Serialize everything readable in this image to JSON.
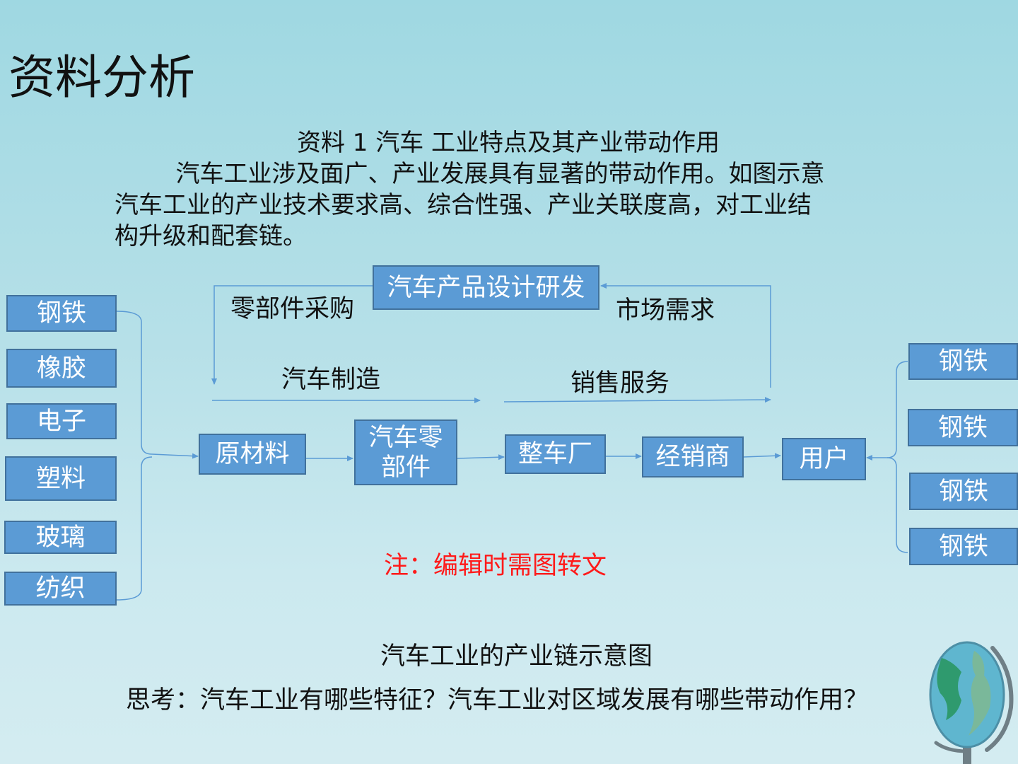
{
  "slide": {
    "title": "资料分析",
    "subtitle": "资料 1  汽车 工业特点及其产业带动作用",
    "paragraph": [
      "        汽车工业涉及面广、产业发展具有显著的带动作用。如图示意",
      "汽车工业的产业技术要求高、综合性强、产业关联度高，对工业结",
      "构升级和配套链。"
    ],
    "note": "注：编辑时需图转文",
    "caption": "汽车工业的产业链示意图",
    "question": "思考：汽车工业有哪些特征？汽车工业对区域发展有哪些带动作用？"
  },
  "diagram": {
    "left_inputs": [
      "钢铁",
      "橡胶",
      "电子",
      "塑料",
      "玻璃",
      "纺织"
    ],
    "right_inputs": [
      "钢铁",
      "钢铁",
      "钢铁",
      "钢铁"
    ],
    "chain": [
      "原材料",
      "汽车零部件",
      "整车厂",
      "经销商",
      "用户"
    ],
    "top_box": "汽车产品设计研发",
    "labels": {
      "procurement": "零部件采购",
      "market": "市场需求",
      "manufacturing": "汽车制造",
      "sales": "销售服务"
    }
  },
  "colors": {
    "box_fill": "#5b9bd5",
    "box_border": "#41719c",
    "line": "#5b9bd5",
    "note": "#ff1a1a"
  },
  "icons": [
    "globe-icon"
  ]
}
